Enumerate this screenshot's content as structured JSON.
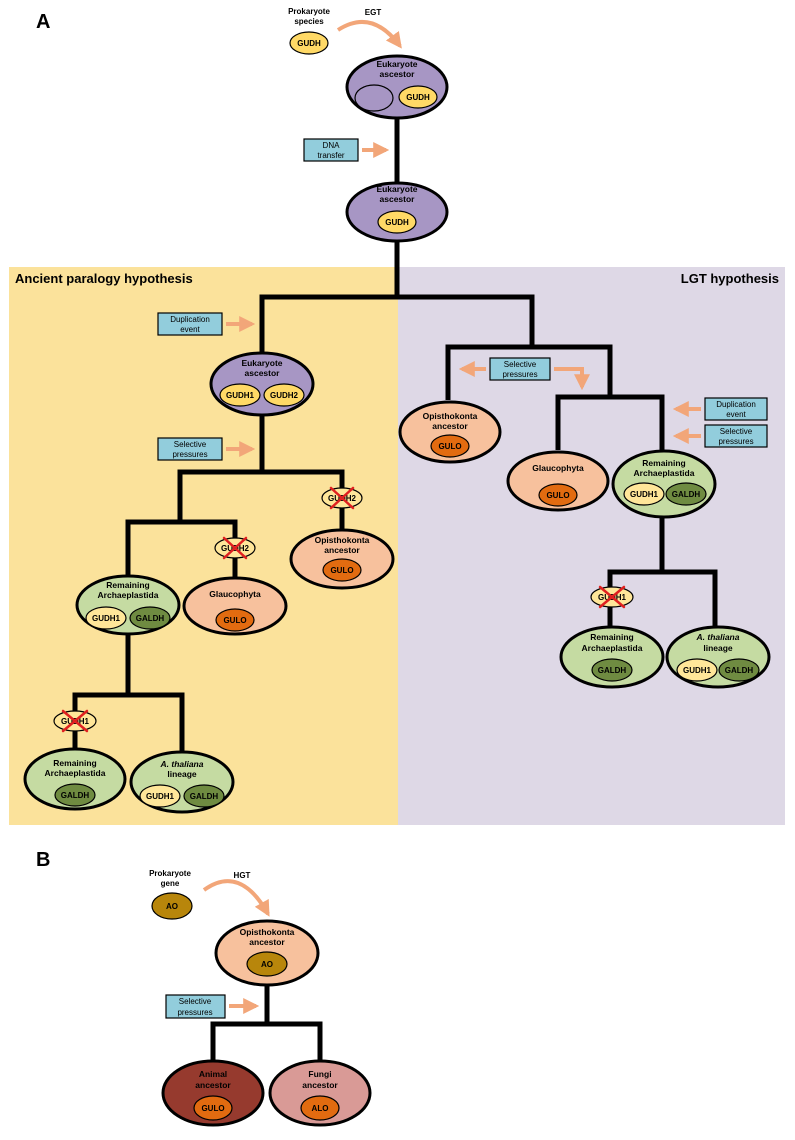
{
  "colors": {
    "paralogy_bg": "#fbe29b",
    "lgt_bg": "#ded8e6",
    "eukaryote": "#a796c4",
    "archaeplastida": "#c5dba2",
    "opisthokonta": "#f7c19d",
    "animal": "#963a2e",
    "fungi": "#d99a96",
    "gudh": "#ffd966",
    "gudh_light": "#ffe699",
    "galdh": "#6f8b41",
    "gulo": "#e26b10",
    "ao": "#b8860b",
    "arrow": "#f2a679",
    "event_box": "#92cddc"
  },
  "panel_a": {
    "letter": "A",
    "prokaryote": {
      "line1": "Prokaryote",
      "line2": "species",
      "gene": "GUDH"
    },
    "egt": "EGT",
    "euk1": {
      "line1": "Eukaryote",
      "line2": "ascestor",
      "gene": "GUDH"
    },
    "dna_transfer": {
      "line1": "DNA",
      "line2": "transfer"
    },
    "euk2": {
      "line1": "Eukaryote",
      "line2": "ascestor",
      "gene": "GUDH"
    },
    "paralogy": {
      "title": "Ancient paralogy hypothesis",
      "duplication": {
        "line1": "Duplication",
        "line2": "event"
      },
      "euk3": {
        "line1": "Eukaryote",
        "line2": "ascestor",
        "gene1": "GUDH1",
        "gene2": "GUDH2"
      },
      "selective": {
        "line1": "Selective",
        "line2": "pressures"
      },
      "loss_gudh2_a": "GUDH2",
      "loss_gudh2_b": "GUDH2",
      "opisthokonta": {
        "line1": "Opisthokonta",
        "line2": "ancestor",
        "gene": "GULO"
      },
      "remaining": {
        "line1": "Remaining",
        "line2": "Archaeplastida",
        "gene1": "GUDH1",
        "gene2": "GALDH"
      },
      "glaucophyta": {
        "line1": "Glaucophyta",
        "gene": "GULO"
      },
      "loss_gudh1": "GUDH1",
      "remaining2": {
        "line1": "Remaining",
        "line2": "Archaeplastida",
        "gene": "GALDH"
      },
      "thaliana": {
        "line1": "A. thaliana",
        "line2": "lineage",
        "gene1": "GUDH1",
        "gene2": "GALDH"
      }
    },
    "lgt": {
      "title": "LGT hypothesis",
      "selective": {
        "line1": "Selective",
        "line2": "pressures"
      },
      "duplication": {
        "line1": "Duplication",
        "line2": "event"
      },
      "selective2": {
        "line1": "Selective",
        "line2": "pressures"
      },
      "opisthokonta": {
        "line1": "Opisthokonta",
        "line2": "ancestor",
        "gene": "GULO"
      },
      "glaucophyta": {
        "line1": "Glaucophyta",
        "gene": "GULO"
      },
      "remaining": {
        "line1": "Remaining",
        "line2": "Archaeplastida",
        "gene1": "GUDH1",
        "gene2": "GALDH"
      },
      "loss_gudh1": "GUDH1",
      "remaining2": {
        "line1": "Remaining",
        "line2": "Archaeplastida",
        "gene": "GALDH"
      },
      "thaliana": {
        "line1": "A. thaliana",
        "line2": "lineage",
        "gene1": "GUDH1",
        "gene2": "GALDH"
      }
    }
  },
  "panel_b": {
    "letter": "B",
    "prokaryote": {
      "line1": "Prokaryote",
      "line2": "gene",
      "gene": "AO"
    },
    "hgt": "HGT",
    "opisthokonta": {
      "line1": "Opisthokonta",
      "line2": "ancestor",
      "gene": "AO"
    },
    "selective": {
      "line1": "Selective",
      "line2": "pressures"
    },
    "animal": {
      "line1": "Animal",
      "line2": "ancestor",
      "gene": "GULO"
    },
    "fungi": {
      "line1": "Fungi",
      "line2": "ancestor",
      "gene": "ALO"
    }
  }
}
